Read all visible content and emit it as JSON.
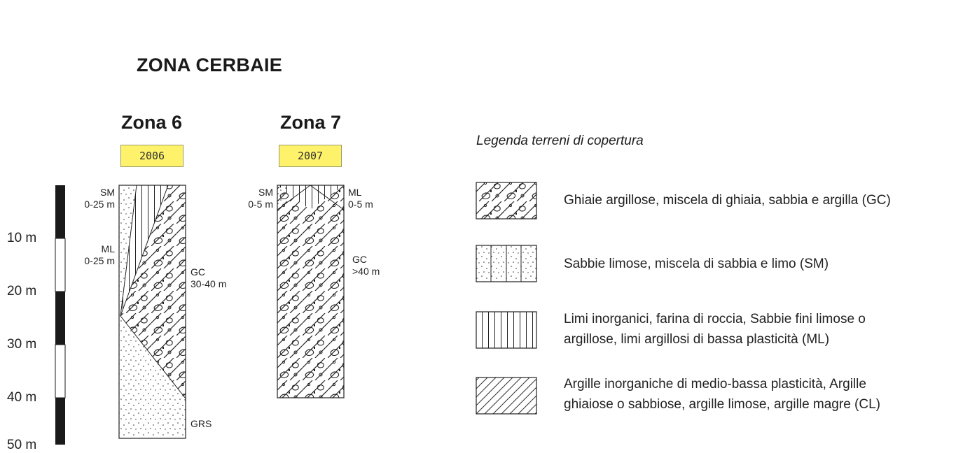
{
  "title": "ZONA CERBAIE",
  "depth_scale": {
    "ticks": [
      "10 m",
      "20 m",
      "30 m",
      "40 m",
      "50 m"
    ]
  },
  "columns": [
    {
      "title": "Zona 6",
      "year": "2006",
      "labels": {
        "sm": "SM",
        "sm_range": "0-25 m",
        "ml": "ML",
        "ml_range": "0-25 m",
        "gc": "GC",
        "gc_range": "30-40 m",
        "grs": "GRS"
      }
    },
    {
      "title": "Zona 7",
      "year": "2007",
      "labels": {
        "sm": "SM",
        "sm_range": "0-5 m",
        "ml": "ML",
        "ml_range": "0-5 m",
        "gc": "GC",
        "gc_range": ">40 m"
      }
    }
  ],
  "legend": {
    "title": "Legenda terreni di copertura",
    "items": [
      {
        "swatch": "gravel-clay-pattern",
        "text_lines": [
          "Ghiaie argillose, miscela di ghiaia, sabbia e argilla (GC)"
        ]
      },
      {
        "swatch": "silty-sand-pattern",
        "text_lines": [
          "Sabbie limose, miscela di sabbia e limo (SM)"
        ]
      },
      {
        "swatch": "vertical-lines-pattern",
        "text_lines": [
          "Limi inorganici, farina di roccia, Sabbie fini limose o",
          "argillose, limi argillosi di bassa plasticità (ML)"
        ]
      },
      {
        "swatch": "diagonal-hatch-pattern",
        "text_lines": [
          "Argille inorganiche di medio-bassa plasticità, Argille",
          "ghiaiose o sabbiose, argille limose, argille magre (CL)"
        ]
      }
    ]
  }
}
